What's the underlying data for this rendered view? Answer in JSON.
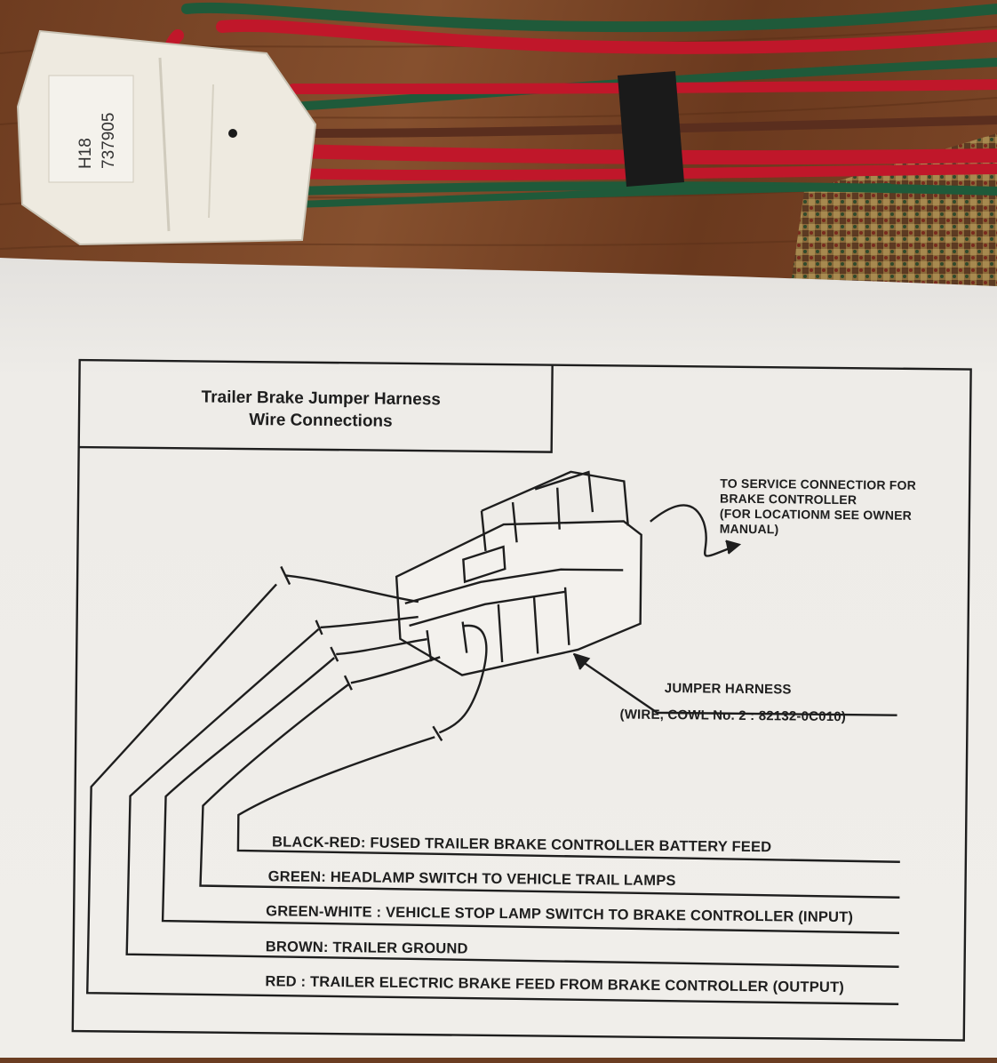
{
  "connector_label": {
    "line1": "H18",
    "line2": "737905"
  },
  "diagram": {
    "title_line1": "Trailer Brake Jumper Harness",
    "title_line2": "Wire Connections",
    "service_note": [
      "TO SERVICE CONNECTIOR FOR",
      "BRAKE CONTROLLER",
      "(FOR LOCATIONM SEE OWNER",
      "MANUAL)"
    ],
    "jumper_label": "JUMPER HARNESS",
    "jumper_part": "(WIRE, COWL No. 2 : 82132-0C010)",
    "wires": [
      "BLACK-RED: FUSED TRAILER BRAKE CONTROLLER BATTERY FEED",
      "GREEN: HEADLAMP SWITCH TO VEHICLE TRAIL LAMPS",
      "GREEN-WHITE : VEHICLE STOP LAMP SWITCH TO BRAKE CONTROLLER (INPUT)",
      "BROWN: TRAILER GROUND",
      "RED : TRAILER ELECTRIC BRAKE FEED FROM BRAKE CONTROLLER (OUTPUT)"
    ]
  },
  "colors": {
    "table_wood": "#7a4527",
    "paper": "#ece9e4",
    "ink": "#1e1e1e",
    "wire_red": "#c0172a",
    "wire_green": "#1f5a3a",
    "wire_brown": "#5a2e1e",
    "connector_white": "#eeeae0"
  }
}
